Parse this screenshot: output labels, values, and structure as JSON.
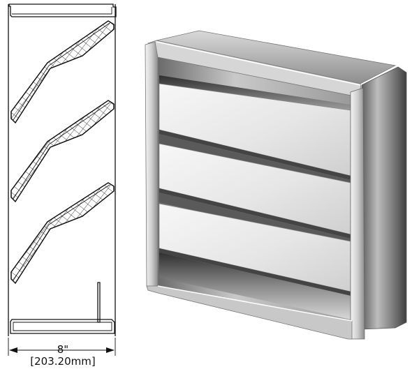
{
  "dimension": {
    "imperial": "8\"",
    "metric": "[203.20mm]"
  },
  "colors": {
    "line": "#111111",
    "hatch": "#333333",
    "frame_light": "#e9e9e9",
    "frame_mid": "#b9b9b9",
    "frame_dark": "#6f6f6f",
    "blade_light": "#f2f2f2",
    "blade_shadow": "#8a8a8a"
  },
  "section_view": {
    "blade_count": 3
  }
}
